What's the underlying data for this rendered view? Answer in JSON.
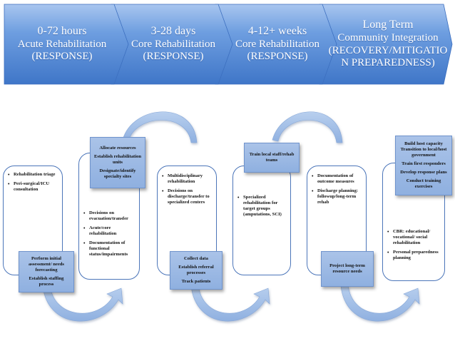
{
  "phases": [
    {
      "time": "0-72 hours",
      "lines": [
        "Acute Rehabilitation",
        "(RESPONSE)"
      ]
    },
    {
      "time": "3-28 days",
      "lines": [
        "Core Rehabilitation",
        "(RESPONSE)"
      ]
    },
    {
      "time": "4-12+ weeks",
      "lines": [
        "Core Rehabilitation",
        "(RESPONSE)"
      ]
    },
    {
      "time": "Long Term",
      "lines": [
        "Community Integration",
        "(RECOVERY/MITIGATIO",
        "N PREPAREDNESS)"
      ]
    }
  ],
  "columns": [
    {
      "white_items": [
        "Rehabilitation triage",
        "Peri-surgical/ICU consultation"
      ],
      "blue_items": [
        "Perform initial assessment/ needs forecasting",
        "Establish staffing process"
      ]
    },
    {
      "white_items": [
        "Decisions on evacuation/transfer",
        "Acute/core rehabilitation",
        "Documentation of functional status/impairments"
      ],
      "blue_items": [
        "Allocate resources",
        "Establish rehabilitation units",
        "Designate/identify specialty sites"
      ]
    },
    {
      "white_items": [
        "Multidisciplinary rehabilitation",
        "Decisions on discharge/transfer to specialized centers"
      ],
      "blue_items": [
        "Collect data",
        "Establish referral processes",
        "Track patients"
      ]
    },
    {
      "white_items": [
        "Specialized rehabilitation for target groups (amputations, SCI)"
      ],
      "blue_items": [
        "Train local staff/rehab teams"
      ]
    },
    {
      "white_items": [
        "Documentation of outcome measures",
        "Discharge planning: followup/long-term rehab"
      ],
      "blue_items": [
        "Project long-term resource needs"
      ]
    },
    {
      "white_items": [
        "CBR: educational/ vocational/ social rehabilitation",
        "Personal preparedness planning"
      ],
      "blue_items": [
        "Build host capacity Transition to local/host government",
        "Train first responders",
        "Develop response plans",
        "Conduct training exercises"
      ]
    }
  ],
  "colors": {
    "header_blue": "#4a82d2",
    "header_light": "#a9c6ef",
    "box_border": "#4b75b9",
    "blue_box": "#9bb8e4",
    "arrow": "#a4c1e6"
  }
}
